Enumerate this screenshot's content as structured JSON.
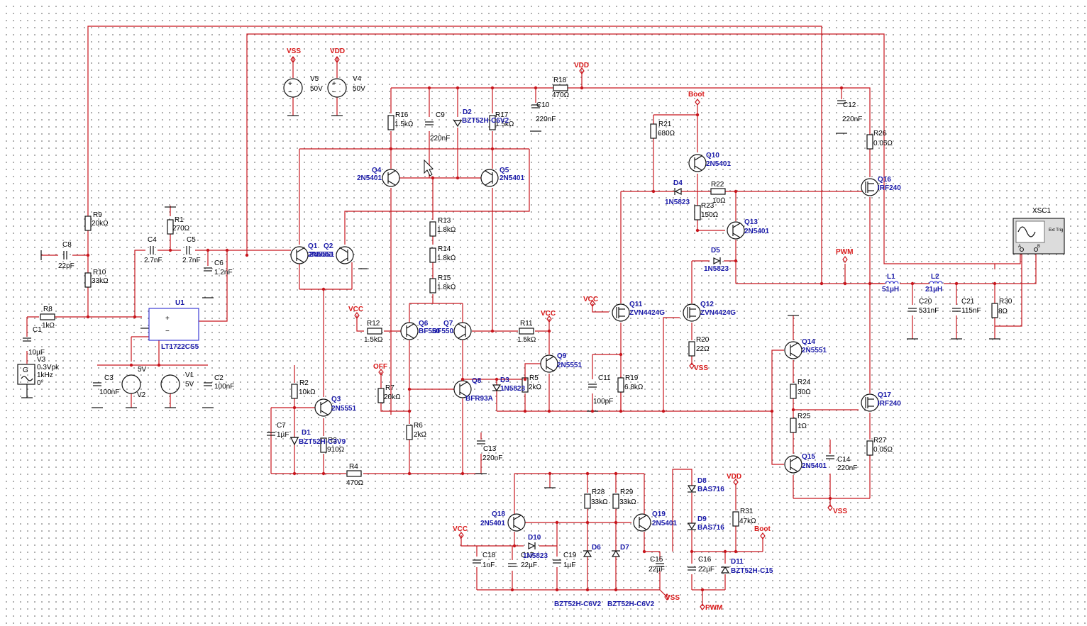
{
  "nets": {
    "vss": "VSS",
    "vdd": "VDD",
    "vcc": "VCC",
    "boot": "Boot",
    "pwm": "PWM",
    "off": "OFF"
  },
  "sources": {
    "V5": {
      "name": "V5",
      "value": "50V"
    },
    "V4": {
      "name": "V4",
      "value": "50V"
    },
    "V1": {
      "name": "V1",
      "value": "5V"
    },
    "V2": {
      "name": "V2",
      "value": "5V"
    },
    "V3": {
      "name": "V3",
      "value": "0.3Vpk",
      "freq": "1kHz",
      "phase": "0°"
    }
  },
  "resistors": {
    "R1": {
      "name": "R1",
      "value": "270Ω"
    },
    "R2": {
      "name": "R2",
      "value": "10kΩ"
    },
    "R3": {
      "name": "R3",
      "value": "910Ω"
    },
    "R4": {
      "name": "R4",
      "value": "470Ω"
    },
    "R5": {
      "name": "R5",
      "value": "2kΩ"
    },
    "R6": {
      "name": "R6",
      "value": "2kΩ"
    },
    "R7": {
      "name": "R7",
      "value": "20kΩ"
    },
    "R8": {
      "name": "R8",
      "value": "1kΩ"
    },
    "R9": {
      "name": "R9",
      "value": "20kΩ"
    },
    "R10": {
      "name": "R10",
      "value": "33kΩ"
    },
    "R11": {
      "name": "R11",
      "value": "1.5kΩ"
    },
    "R12": {
      "name": "R12",
      "value": "1.5kΩ"
    },
    "R13": {
      "name": "R13",
      "value": "1.8kΩ"
    },
    "R14": {
      "name": "R14",
      "value": "1.8kΩ"
    },
    "R15": {
      "name": "R15",
      "value": "1.8kΩ"
    },
    "R16": {
      "name": "R16",
      "value": "1.5kΩ"
    },
    "R17": {
      "name": "R17",
      "value": "1.5kΩ"
    },
    "R18": {
      "name": "R18",
      "value": "470Ω"
    },
    "R19": {
      "name": "R19",
      "value": "6.8kΩ"
    },
    "R20": {
      "name": "R20",
      "value": "22Ω"
    },
    "R21": {
      "name": "R21",
      "value": "680Ω"
    },
    "R22": {
      "name": "R22",
      "value": "10Ω"
    },
    "R23": {
      "name": "R23",
      "value": "150Ω"
    },
    "R24": {
      "name": "R24",
      "value": "30Ω"
    },
    "R25": {
      "name": "R25",
      "value": "1Ω"
    },
    "R26": {
      "name": "R26",
      "value": "0.05Ω"
    },
    "R27": {
      "name": "R27",
      "value": "0.05Ω"
    },
    "R28": {
      "name": "R28",
      "value": "33kΩ"
    },
    "R29": {
      "name": "R29",
      "value": "33kΩ"
    },
    "R30": {
      "name": "R30",
      "value": "8Ω"
    },
    "R31": {
      "name": "R31",
      "value": "47kΩ"
    }
  },
  "capacitors": {
    "C1": {
      "name": "C1",
      "value": "10µF"
    },
    "C2": {
      "name": "C2",
      "value": "100nF"
    },
    "C3": {
      "name": "C3",
      "value": "100nF"
    },
    "C4": {
      "name": "C4",
      "value": "2.7nF"
    },
    "C5": {
      "name": "C5",
      "value": "2.7nF"
    },
    "C6": {
      "name": "C6",
      "value": "1.2nF"
    },
    "C7": {
      "name": "C7",
      "value": "1µF"
    },
    "C8": {
      "name": "C8",
      "value": "22pF"
    },
    "C9": {
      "name": "C9",
      "value": "220nF"
    },
    "C10": {
      "name": "C10",
      "value": "220nF"
    },
    "C11": {
      "name": "C11",
      "value": "100pF"
    },
    "C12": {
      "name": "C12",
      "value": "220nF"
    },
    "C13": {
      "name": "C13",
      "value": "220nF"
    },
    "C14": {
      "name": "C14",
      "value": "220nF"
    },
    "C15": {
      "name": "C15",
      "value": "22µF"
    },
    "C16": {
      "name": "C16",
      "value": "22µF"
    },
    "C17": {
      "name": "C17",
      "value": "22µF"
    },
    "C18": {
      "name": "C18",
      "value": "1nF"
    },
    "C19": {
      "name": "C19",
      "value": "1µF"
    },
    "C20": {
      "name": "C20",
      "value": "531nF"
    },
    "C21": {
      "name": "C21",
      "value": "115nF"
    }
  },
  "inductors": {
    "L1": {
      "name": "L1",
      "value": "51µH"
    },
    "L2": {
      "name": "L2",
      "value": "21µH"
    }
  },
  "transistors": {
    "Q1": {
      "name": "Q1",
      "part": "2N5551"
    },
    "Q2": {
      "name": "Q2",
      "part": "2N5551"
    },
    "Q3": {
      "name": "Q3",
      "part": "2N5551"
    },
    "Q4": {
      "name": "Q4",
      "part": "2N5401"
    },
    "Q5": {
      "name": "Q5",
      "part": "2N5401"
    },
    "Q6": {
      "name": "Q6",
      "part": "BF550"
    },
    "Q7": {
      "name": "Q7",
      "part": "BF550"
    },
    "Q8": {
      "name": "Q8",
      "part": "BFR93A"
    },
    "Q9": {
      "name": "Q9",
      "part": "2N5551"
    },
    "Q10": {
      "name": "Q10",
      "part": "2N5401"
    },
    "Q11": {
      "name": "Q11",
      "part": "ZVN4424G"
    },
    "Q12": {
      "name": "Q12",
      "part": "ZVN4424G"
    },
    "Q13": {
      "name": "Q13",
      "part": "2N5401"
    },
    "Q14": {
      "name": "Q14",
      "part": "2N5551"
    },
    "Q15": {
      "name": "Q15",
      "part": "2N5401"
    },
    "Q16": {
      "name": "Q16",
      "part": "IRF240"
    },
    "Q17": {
      "name": "Q17",
      "part": "IRF240"
    },
    "Q18": {
      "name": "Q18",
      "part": "2N5401"
    },
    "Q19": {
      "name": "Q19",
      "part": "2N5401"
    }
  },
  "diodes": {
    "D1": {
      "name": "D1",
      "part": "BZT52H-C3V9"
    },
    "D2": {
      "name": "D2",
      "part": "BZT52H-C6V2"
    },
    "D3": {
      "name": "D3",
      "part": "1N5823"
    },
    "D4": {
      "name": "D4",
      "part": "1N5823"
    },
    "D5": {
      "name": "D5",
      "part": "1N5823"
    },
    "D6": {
      "name": "D6",
      "part": "BZT52H-C6V2"
    },
    "D7": {
      "name": "D7",
      "part": "BZT52H-C6V2"
    },
    "D8": {
      "name": "D8",
      "part": "BAS716"
    },
    "D9": {
      "name": "D9",
      "part": "BAS716"
    },
    "D10": {
      "name": "D10",
      "part": "1N5823"
    },
    "D11": {
      "name": "D11",
      "part": "BZT52H-C15"
    }
  },
  "ic": {
    "U1": {
      "name": "U1",
      "part": "LT1722CS5"
    }
  },
  "scope": {
    "name": "XSC1",
    "ext_label": "Ext Trig"
  },
  "colors": {
    "wire": "#c8161d",
    "component": "#111111",
    "ref_label": "#1a1aa8",
    "net_label": "#d81818",
    "grid_dot": "#9a9a9a"
  }
}
